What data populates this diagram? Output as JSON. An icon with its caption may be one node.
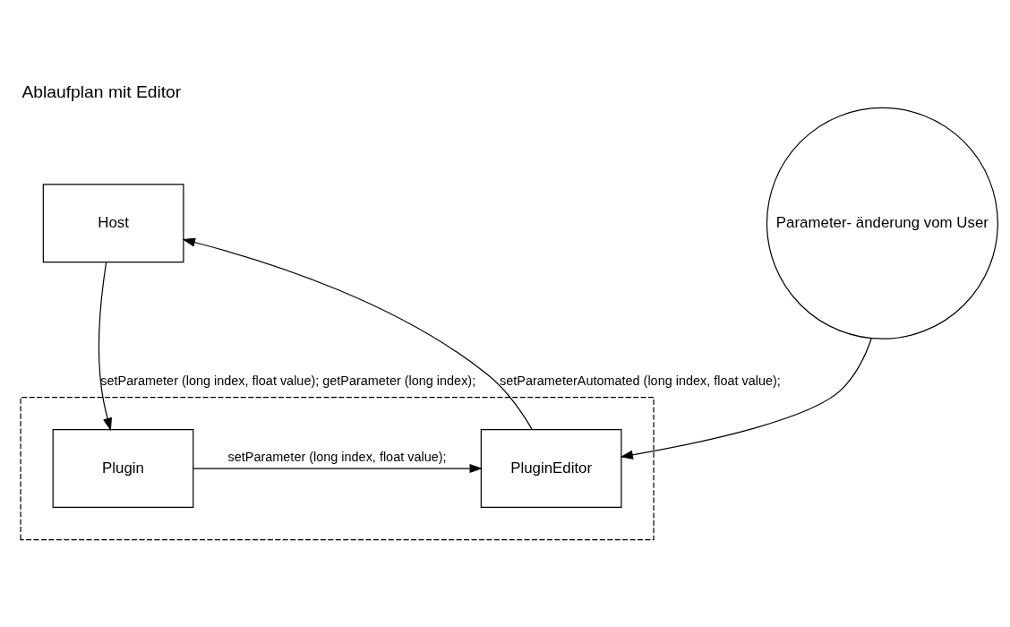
{
  "diagram": {
    "title": "Ablaufplan mit Editor",
    "nodes": [
      {
        "text": [
          "Host"
        ]
      },
      {
        "text": [],
        "shape": "box"
      },
      {
        "text": [
          "Plugin"
        ],
        "in": 1
      },
      {
        "text": [
          "PluginEditor"
        ],
        "in": 1
      },
      {
        "text": [
          "Parameter- änderung vom User"
        ]
      }
    ],
    "edges": [
      {
        "from": 0,
        "to": 2,
        "arrow": "to",
        "label": "setParameter (long index, float value); getParameter (long index);"
      },
      {
        "from": 3,
        "to": 0,
        "arrow": "to",
        "label": "setParameterAutomated (long index, float value);"
      },
      {
        "from": 2,
        "to": 3,
        "arrow": "to",
        "label": "setParameter (long index, float value);"
      },
      {
        "from": 4,
        "to": 3,
        "arrow": "to"
      }
    ]
  }
}
